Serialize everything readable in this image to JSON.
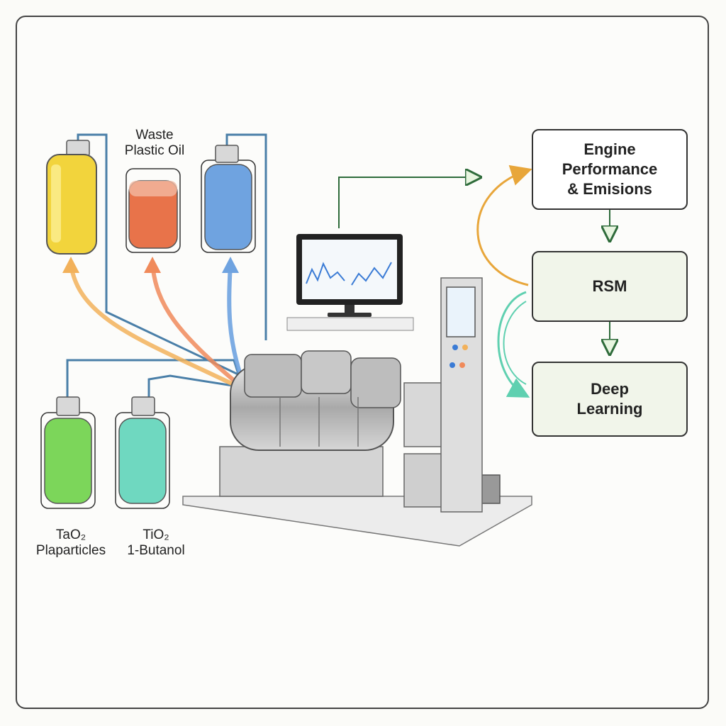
{
  "bottles": [
    {
      "name": "yellow-bottle",
      "color": "#f2d43c",
      "label": ""
    },
    {
      "name": "orange-bottle",
      "color": "#e8734a",
      "label": "Waste\nPlastic Oil"
    },
    {
      "name": "blue-bottle",
      "color": "#6fa3e0",
      "label": ""
    },
    {
      "name": "green-bottle",
      "color": "#7cd65a",
      "label": "TaO₂\nPlaparticles"
    },
    {
      "name": "teal-bottle",
      "color": "#6fd8c0",
      "label": "TiO₂\n1-Butanol"
    }
  ],
  "labels": {
    "waste_line1": "Waste",
    "waste_line2": "Plastic Oil",
    "green_line1": "TaO₂",
    "green_line2": "Plaparticles",
    "teal_line1": "TiO₂",
    "teal_line2": "1-Butanol"
  },
  "boxes": {
    "engine_line1": "Engine",
    "engine_line2": "Performance",
    "engine_line3": "& Emisions",
    "rsm": "RSM",
    "deep_line1": "Deep",
    "deep_line2": "Learning"
  },
  "colors": {
    "yellow": "#f2d43c",
    "orange": "#e8734a",
    "blue": "#6fa3e0",
    "green": "#7cd65a",
    "teal": "#6fd8c0",
    "arrow_orange": "#e8a63a",
    "arrow_teal": "#5fd0b0",
    "box_fill": "#f1f5ea",
    "flow_green": "#2e6b3a"
  }
}
